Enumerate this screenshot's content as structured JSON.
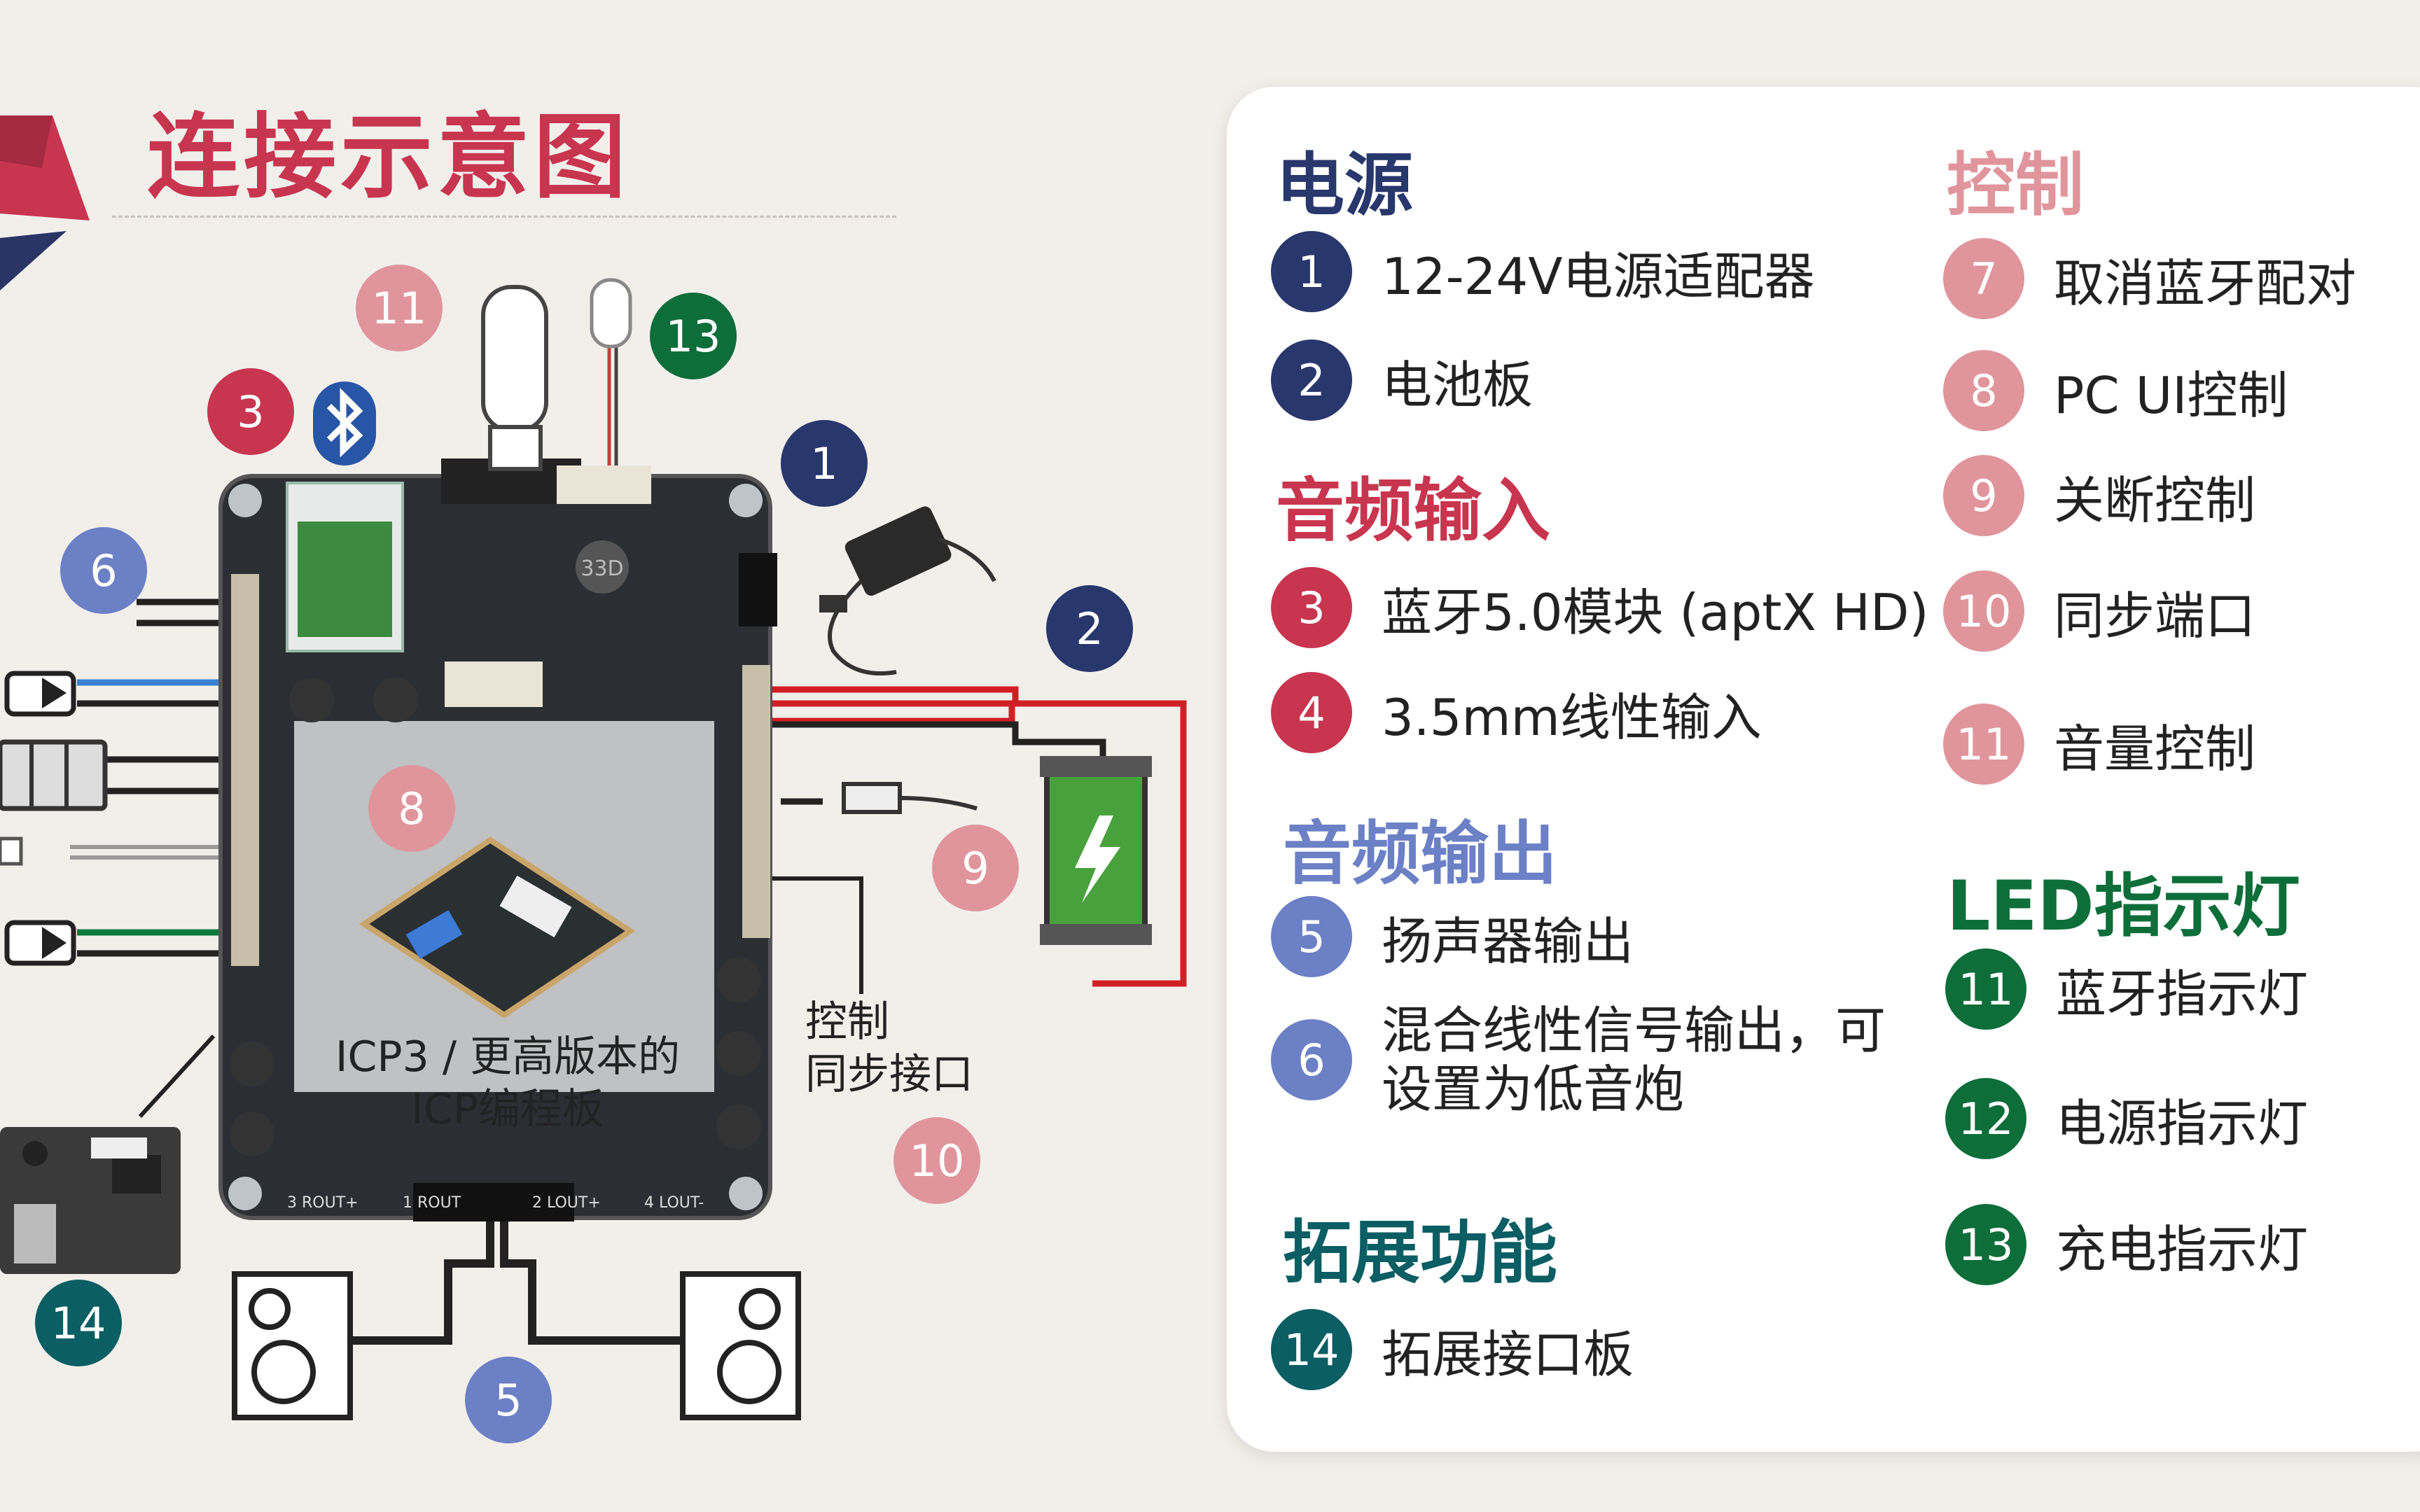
{
  "title": "连接示意图",
  "diagram": {
    "chip_label": "33D",
    "icp_label_line1": "ICP3 / 更高版本的",
    "icp_label_line2": "ICP编程板",
    "control_label_line1": "控制",
    "control_label_line2": "同步接口",
    "pin_labels": [
      "3 ROUT+",
      "1 ROUT",
      "2 LOUT+",
      "4 LOUT-"
    ],
    "markers": [
      {
        "num": "11",
        "color": "#e0959d"
      },
      {
        "num": "13",
        "color": "#0d6e3a"
      },
      {
        "num": "3",
        "color": "#c8354f"
      },
      {
        "num": "1",
        "color": "#28376c"
      },
      {
        "num": "6",
        "color": "#6c80c6"
      },
      {
        "num": "2",
        "color": "#28376c"
      },
      {
        "num": "8",
        "color": "#e0959d"
      },
      {
        "num": "9",
        "color": "#e0959d"
      },
      {
        "num": "10",
        "color": "#e0959d"
      },
      {
        "num": "14",
        "color": "#0b5e63"
      },
      {
        "num": "5",
        "color": "#6c80c6"
      }
    ]
  },
  "legend": {
    "power": {
      "title": "电源",
      "color": "#28376c",
      "items": [
        {
          "num": "1",
          "label": "12-24V电源适配器"
        },
        {
          "num": "2",
          "label": "电池板"
        }
      ]
    },
    "audio_in": {
      "title": "音频输入",
      "color": "#c8354f",
      "items": [
        {
          "num": "3",
          "label": "蓝牙5.0模块 (aptX HD)"
        },
        {
          "num": "4",
          "label": "3.5mm线性输入"
        }
      ]
    },
    "audio_out": {
      "title": "音频输出",
      "color": "#6c80c6",
      "items": [
        {
          "num": "5",
          "label": "扬声器输出"
        },
        {
          "num": "6",
          "label": "混合线性信号输出，可设置为低音炮"
        }
      ]
    },
    "expansion": {
      "title": "拓展功能",
      "color": "#0b5e63",
      "items": [
        {
          "num": "14",
          "label": "拓展接口板"
        }
      ]
    },
    "control": {
      "title": "控制",
      "color": "#e0959d",
      "items": [
        {
          "num": "7",
          "label": "取消蓝牙配对"
        },
        {
          "num": "8",
          "label": "PC UI控制"
        },
        {
          "num": "9",
          "label": "关断控制"
        },
        {
          "num": "10",
          "label": "同步端口"
        },
        {
          "num": "11",
          "label": "音量控制"
        }
      ]
    },
    "led": {
      "title": "LED指示灯",
      "color": "#0d6e3a",
      "items": [
        {
          "num": "11",
          "label": "蓝牙指示灯"
        },
        {
          "num": "12",
          "label": "电源指示灯"
        },
        {
          "num": "13",
          "label": "充电指示灯"
        }
      ]
    }
  }
}
